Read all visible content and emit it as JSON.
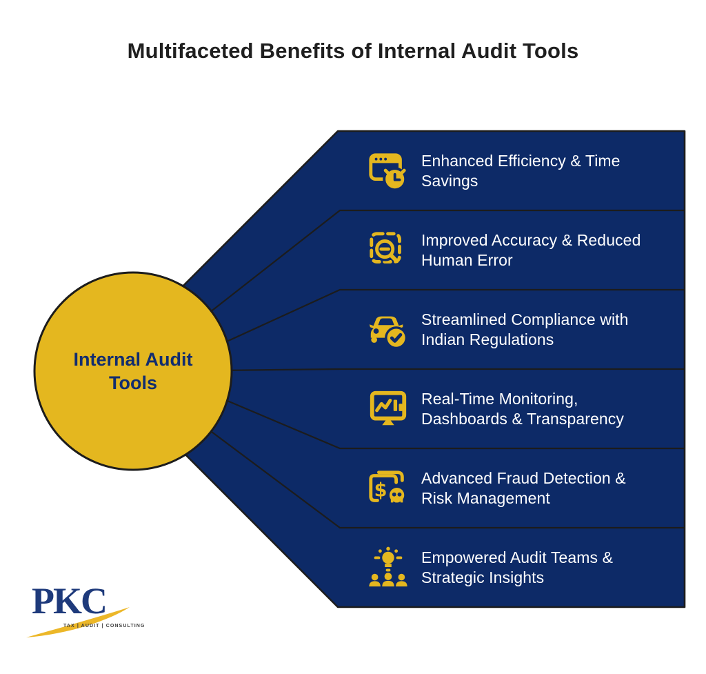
{
  "title": "Multifaceted Benefits of Internal Audit Tools",
  "center": {
    "label": "Internal Audit Tools"
  },
  "benefits": [
    {
      "icon": "window-clock-icon",
      "lines": [
        "Enhanced Efficiency & Time",
        "Savings"
      ]
    },
    {
      "icon": "scan-magnifier-icon",
      "lines": [
        "Improved Accuracy & Reduced",
        "Human Error"
      ]
    },
    {
      "icon": "car-check-icon",
      "lines": [
        "Streamlined Compliance with",
        "Indian Regulations"
      ]
    },
    {
      "icon": "dashboard-monitor-icon",
      "lines": [
        "Real-Time Monitoring,",
        "Dashboards & Transparency"
      ]
    },
    {
      "icon": "money-skull-icon",
      "lines": [
        "Advanced Fraud Detection &",
        "Risk Management"
      ]
    },
    {
      "icon": "team-lightbulb-icon",
      "lines": [
        "Empowered Audit Teams &",
        "Strategic Insights"
      ]
    }
  ],
  "logo": {
    "name": "PKC",
    "tagline": "TAX | AUDIT | CONSULTING"
  },
  "colors": {
    "navy": "#0d2a67",
    "yellow": "#e4b71f",
    "line": "#1c1c1c",
    "title": "#1f1f1f",
    "circle-text": "#122d6f",
    "white": "#ffffff",
    "logo-navy": "#1e3a7b",
    "logo-gold": "#ecb728",
    "tagline": "#3a3a3a"
  }
}
